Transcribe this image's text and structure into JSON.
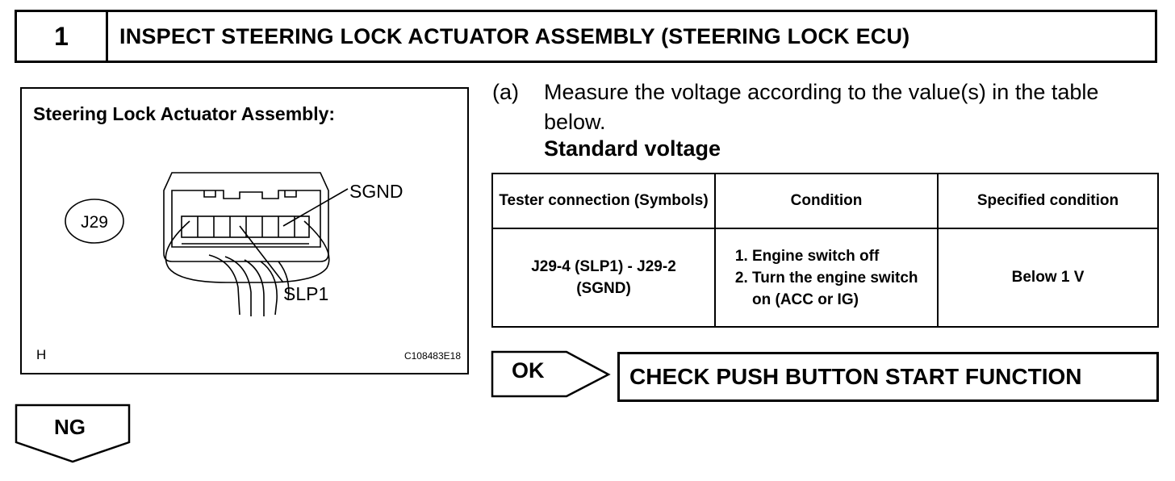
{
  "header": {
    "step_number": "1",
    "title": "INSPECT STEERING LOCK ACTUATOR ASSEMBLY (STEERING LOCK ECU)"
  },
  "figure": {
    "title": "Steering Lock Actuator Assembly:",
    "connector_id": "J29",
    "labels": {
      "sgnd": "SGND",
      "slp1": "SLP1"
    },
    "view_letter": "H",
    "illustration_code": "C108483E18"
  },
  "instruction": {
    "label": "(a)",
    "text": "Measure the voltage according to the value(s) in the table below.",
    "subheading": "Standard voltage"
  },
  "table": {
    "headers": [
      "Tester connection (Symbols)",
      "Condition",
      "Specified condition"
    ],
    "rows": [
      {
        "tester_connection": "J29-4 (SLP1) - J29-2 (SGND)",
        "conditions": [
          "Engine switch off",
          "Turn the engine switch on (ACC or IG)"
        ],
        "specified": "Below 1 V"
      }
    ]
  },
  "ok_branch": {
    "label": "OK",
    "next_step": "CHECK PUSH BUTTON START FUNCTION"
  },
  "ng_branch": {
    "label": "NG"
  }
}
